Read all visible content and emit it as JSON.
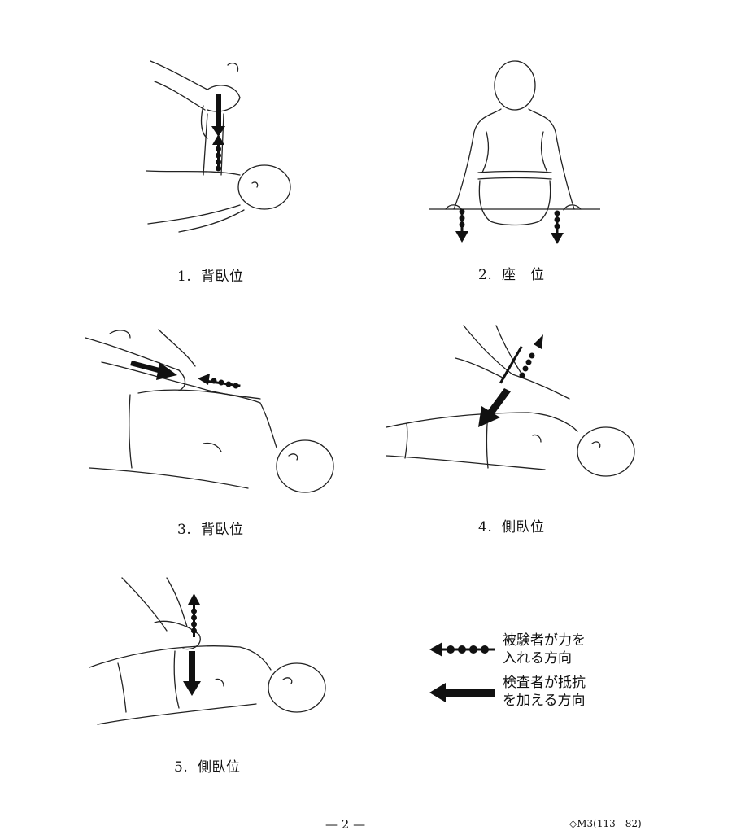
{
  "figures": [
    {
      "caption": "1.  背臥位"
    },
    {
      "caption": "2.  座　位"
    },
    {
      "caption": "3.  背臥位"
    },
    {
      "caption": "4.  側臥位"
    },
    {
      "caption": "5.  側臥位"
    }
  ],
  "legend": {
    "subject_force_line1": "被験者が力を",
    "subject_force_line2": "入れる方向",
    "examiner_resist_line1": "検査者が抵抗",
    "examiner_resist_line2": "を加える方向"
  },
  "footer": {
    "page_number": "— 2 —",
    "code": "◇M3(113—82)"
  }
}
